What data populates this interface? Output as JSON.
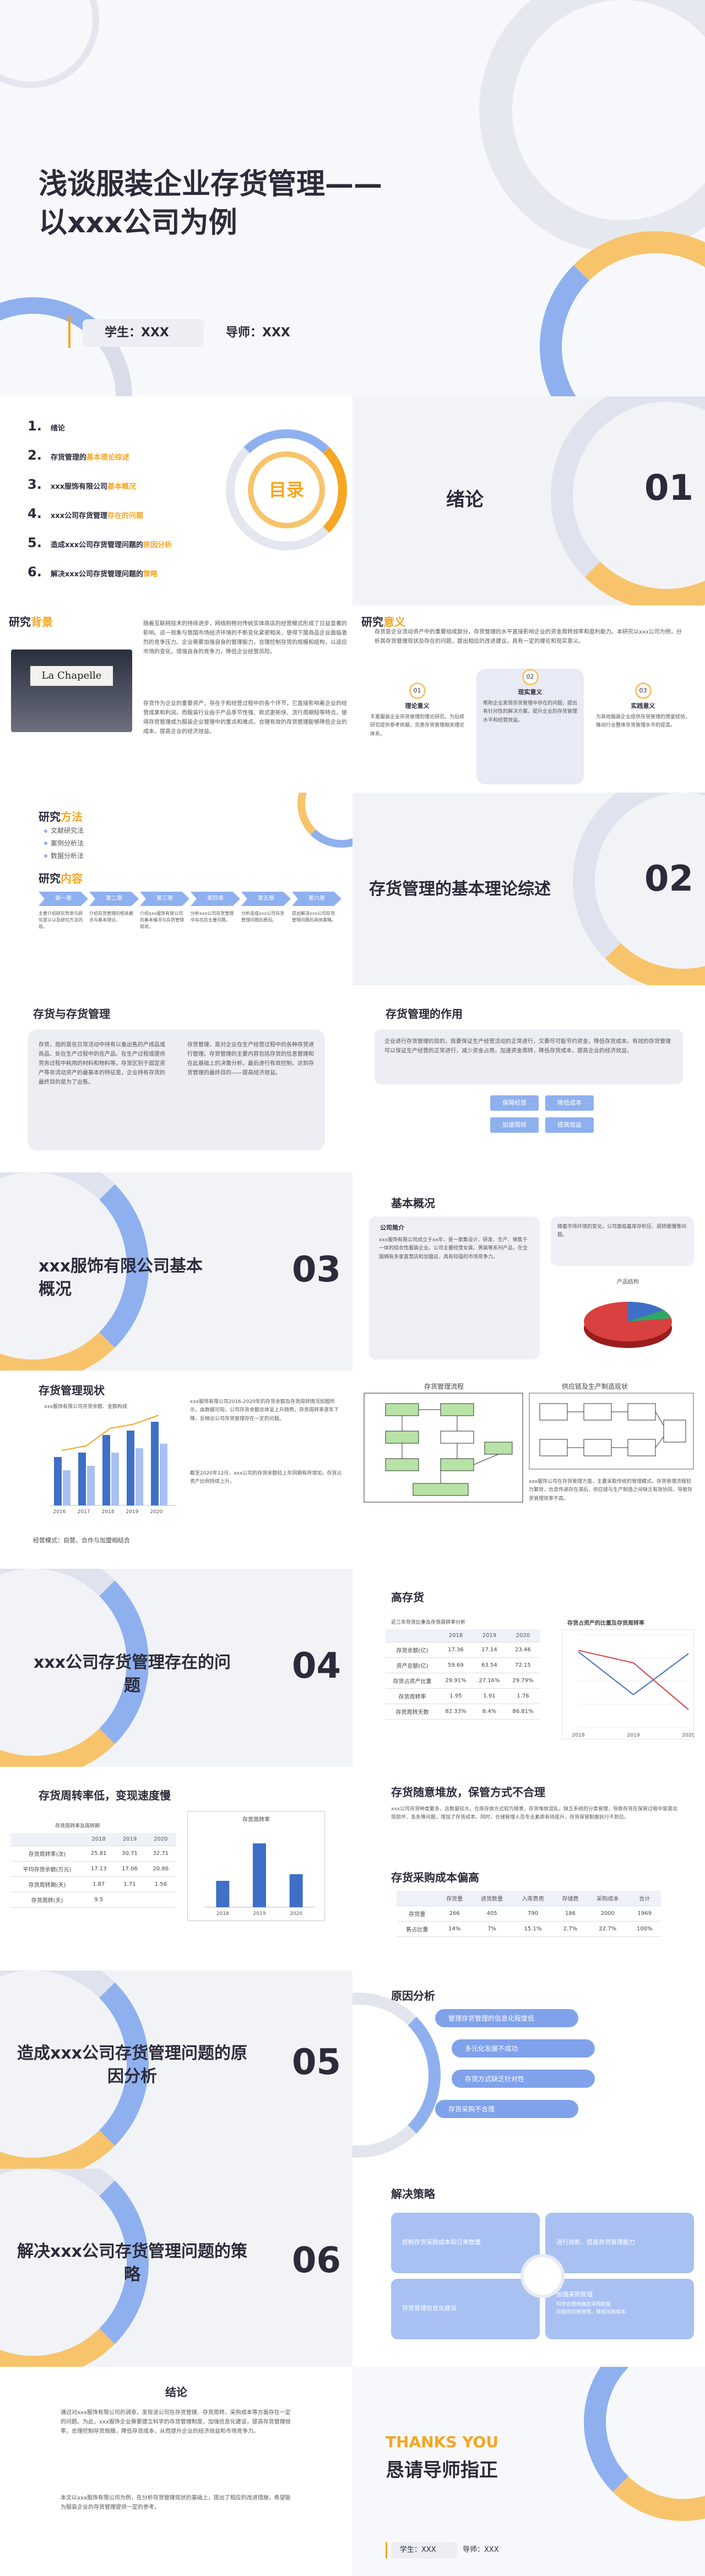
{
  "cover": {
    "title_line1": "浅谈服装企业存货管理——",
    "title_line2": "以xxx公司为例",
    "student": "学生：XXX",
    "advisor": "导师：XXX"
  },
  "toc": {
    "title": "目录",
    "items": [
      {
        "num": "1.",
        "pre": "绪论",
        "acc": ""
      },
      {
        "num": "2.",
        "pre": "存货管理的",
        "acc": "基本理论综述"
      },
      {
        "num": "3.",
        "pre": "xxx服饰有限公司",
        "acc": "基本概况"
      },
      {
        "num": "4.",
        "pre": "xxx公司存货管理",
        "acc": "存在的问题"
      },
      {
        "num": "5.",
        "pre": "造成xxx公司存货管理问题的",
        "acc": "原因分析"
      },
      {
        "num": "6.",
        "pre": "解决xxx公司存货管理问题的",
        "acc": "策略"
      }
    ]
  },
  "sec1": {
    "title": "绪论",
    "num": "01"
  },
  "bg": {
    "title_pre": "研究",
    "title_acc": "背景",
    "store_sign": "La Chapelle",
    "p1": "随着互联网技术的持续进步，网络购物对传统实体商店的经营模式形成了日益显著的影响。这一现象与我国市场经济环境的不断变化紧密相关，使得下属商品企业面临激烈的竞争压力。企业需要加强自身的管理能力，合理控制存货的规模和结构，以适应市场的变化，增强自身的竞争力，降低企业经营风险。",
    "p2": "存货作为企业的重要资产，存在于和经营过程中的各个环节，它直接影响着企业的经营成果和利润。而服装行业由于产品季节性强、款式更新快、流行周期短等特点，使得存货管理成为服装企业管理中的重点和难点。合理有效的存货管理能够降低企业的成本，提高企业的经济效益。"
  },
  "sig": {
    "title_pre": "研究",
    "title_acc": "意义",
    "intro": "存货是企业流动资产中的重要组成部分，存货管理的水平直接影响企业的资金周转效率和盈利能力。本研究以xxx公司为例，分析其存货管理现状及存在的问题，提出相应的改进建议，具有一定的理论和现实意义。",
    "cards": [
      {
        "num": "01",
        "title": "理论意义",
        "text": "丰富服装企业存货管理的理论研究，为后续研究提供参考依据，完善存货管理相关理论体系。"
      },
      {
        "num": "02",
        "title": "现实意义",
        "text": "帮助企业发现存货管理中存在的问题，提出有针对性的解决方案，提升企业的存货管理水平和经营效益。"
      },
      {
        "num": "03",
        "title": "实践意义",
        "text": "为其他服装企业提供存货管理的借鉴经验，推动行业整体存货管理水平的提高。"
      }
    ]
  },
  "method": {
    "title_pre": "研究",
    "title_acc": "方法",
    "items": [
      "文献研究法",
      "案例分析法",
      "数据分析法"
    ],
    "content_pre": "研究",
    "content_acc": "内容",
    "steps": [
      "第一章",
      "第二章",
      "第三章",
      "第四章",
      "第五章",
      "第六章"
    ],
    "step_texts": [
      "主要介绍研究背景与研究意义以及研究方法内容。",
      "介绍存货管理的相关概念与基本理论。",
      "介绍xxx服饰有限公司的基本情况与存货管理现状。",
      "分析xxx公司存货管理中存在的主要问题。",
      "分析造成xxx公司存货管理问题的原因。",
      "提出解决xxx公司存货管理问题的具体策略。"
    ]
  },
  "sec2": {
    "title": "存货管理的基本理论综述",
    "num": "02"
  },
  "inv": {
    "title": "存货与存货管理",
    "c1": "存货，指的是在日常活动中持有以备出售的产成品或商品、处在生产过程中的在产品、在生产过程或提供劳务过程中耗用的材料和物料等。存货区别于固定资产等非流动资产的最基本的特征是，企业持有存货的最终目的是为了出售。",
    "c2": "存货管理，是对企业在生产经营过程中的各种存货进行管理。存货管理的主要内容包括存货的信息管理和在此基础上的决策分析，最后进行有效控制，达到存货管理的最终目的——提高经济效益。"
  },
  "role": {
    "title": "存货管理的作用",
    "text": "企业进行存货管理的目的，既要保证生产经营活动的正常进行，又要尽可能节约资金，降低存货成本。有效的存货管理可以保证生产经营的正常进行，减少资金占用，加速资金周转，降低存货成本，提高企业的经济效益。",
    "tags": [
      "保障经营",
      "降低成本",
      "加速周转",
      "提高效益"
    ]
  },
  "sec3": {
    "title": "xxx服饰有限公司基本概况",
    "num": "03"
  },
  "overview": {
    "title": "基本概况",
    "sub": "公司简介",
    "text1": "xxx服饰有限公司成立于xx年，是一家集设计、研发、生产、销售于一体的综合性服装企业。公司主要经营女装、男装等系列产品，在全国拥有多家直营店和加盟店，具有较强的市场竞争力。",
    "text2": "随着市场环境的变化，公司面临着库存积压、周转缓慢等问题。",
    "pie_title": "产品结构"
  },
  "status": {
    "title": "存货管理现状",
    "chart_caption": "xxx服饰有限公司存货余额、金额构成",
    "text": "xxx服饰有限公司2016-2020年的存货余额及存货周转情况如图所示。由数据可知，公司存货余额总体呈上升趋势，存货周转率逐年下降，反映出公司存货管理存在一定的问题。",
    "text2": "截至2020年12月，xxx公司的存货余额较上年同期有所增加，存货占资产比例持续上升。",
    "foot": "经营模式：自营、合作与加盟相结合"
  },
  "flow": {
    "title": "存货管理流程",
    "title2": "供应链及生产制造现状",
    "text": "xxx服饰公司在存货管理方面，主要采取传统的管理模式，存货管理流程较为繁琐，信息传递存在滞后，供应链与生产制造之间缺乏有效协同，导致存货管理效率不高。"
  },
  "sec4": {
    "title": "xxx公司存货管理存在的问题",
    "num": "04"
  },
  "high": {
    "title": "高存货",
    "table_title": "近三年存货比重及存货周转率分析",
    "headers": [
      "",
      "2018",
      "2019",
      "2020"
    ],
    "rows": [
      [
        "存货余额(亿)",
        "17.36",
        "17.14",
        "23.46"
      ],
      [
        "资产总额(亿)",
        "59.69",
        "63.54",
        "72.15"
      ],
      [
        "存货占资产比重",
        "29.91%",
        "27.16%",
        "29.79%"
      ],
      [
        "存货周转率",
        "1.95",
        "1.91",
        "1.76"
      ],
      [
        "存货周转天数",
        "82.33%",
        "8.4%",
        "86.81%"
      ]
    ],
    "chart_title": "存货占资产的比重及存货周转率"
  },
  "turn": {
    "title": "存货周转率低，变现速度慢",
    "table_title": "存货周转率及周转期",
    "headers": [
      "",
      "2018",
      "2019",
      "2020"
    ],
    "rows": [
      [
        "存货周转率(次)",
        "25.81",
        "30.71",
        "32.71"
      ],
      [
        "平均存货余额(万元)",
        "17.13",
        "17.06",
        "20.86"
      ],
      [
        "存货周转期(天)",
        "1.87",
        "1.71",
        "1.56"
      ],
      [
        "存货周转(天)",
        "9.5",
        "",
        ""
      ]
    ],
    "bar_title": "存货周转率",
    "bar_categories": [
      "2018",
      "2019",
      "2020"
    ],
    "bar_values": [
      1.2,
      2.9,
      1.5
    ]
  },
  "mis": {
    "title": "存货随意堆放，保管方式不合理",
    "text": "xxx公司存货种类繁多，且数量较大，仓库存放方式较为随意，存货堆放混乱，缺乏系统的分类管理，导致存货在保管过程中容易出现损坏、丢失等问题，增加了存货成本。同时，仓储管理人员专业素质有待提升，存货保管制度执行不到位。",
    "title2": "存货采购成本偏高",
    "headers": [
      "",
      "存货量",
      "进货数量",
      "入库费用",
      "存储费",
      "采购成本",
      "合计"
    ],
    "rows": [
      [
        "存货量",
        "266",
        "405",
        "790",
        "186",
        "2000",
        "1969"
      ],
      [
        "售占比重",
        "14%",
        "7%",
        "15.1%",
        "2.7%",
        "22.7%",
        "100%"
      ]
    ]
  },
  "sec5": {
    "title": "造成xxx公司存货管理问题的原因分析",
    "num": "05"
  },
  "reasons": {
    "title": "原因分析",
    "items": [
      "管理存货管理的信息化程度低",
      "多元化发展不成功",
      "存货方式缺乏针对性",
      "存货采购不合理"
    ]
  },
  "sec6": {
    "title": "解决xxx公司存货管理问题的策略",
    "num": "06"
  },
  "strategy": {
    "title": "解决策略",
    "items": [
      "控制存货采购成本和订单数量",
      "进行创新，提高存货管理能力",
      "存货管理信息化建设",
      "加强采购管理"
    ],
    "bullets": [
      "科学合理地确定采购数量",
      "加强供应商管理，降低采购成本"
    ]
  },
  "concl": {
    "title": "结论",
    "p1": "通过对xxx服饰有限公司的调查，发现该公司在存货管理、存货周转、采购成本等方面存在一定的问题。为此，xxx服饰企业需要建立科学的存货管理制度，加强信息化建设，提高存货管理效率，合理控制存货规模，降低存货成本，从而提升企业的经济效益和市场竞争力。",
    "p2": "本文以xxx服饰有限公司为例，在分析存货管理现状的基础上，提出了相应的改进措施，希望能为服装企业的存货管理提供一定的参考。"
  },
  "thanks": {
    "title": "THANKS YOU",
    "sub": "恳请导师指正",
    "student": "学生：XXX",
    "advisor": "导师：XXX"
  },
  "chart_data": [
    {
      "type": "bar",
      "title": "xxx服饰有限公司存货余额、金额构成",
      "categories": [
        "2016",
        "2017",
        "2018",
        "2019",
        "2020"
      ],
      "series": [
        {
          "name": "",
          "values": [
            55,
            60,
            80,
            85,
            95
          ]
        },
        {
          "name": "",
          "values": [
            40,
            45,
            60,
            65,
            70
          ]
        }
      ]
    },
    {
      "type": "line",
      "title": "存货占资产的比重及存货周转率",
      "categories": [
        "2018",
        "2019",
        "2020"
      ],
      "series": [
        {
          "name": "",
          "values": [
            29.91,
            27.16,
            29.79
          ]
        },
        {
          "name": "",
          "values": [
            1.95,
            1.91,
            1.76
          ]
        }
      ]
    },
    {
      "type": "bar",
      "title": "存货周转率",
      "categories": [
        "2018",
        "2019",
        "2020"
      ],
      "values": [
        1.2,
        2.9,
        1.5
      ]
    }
  ],
  "colors": {
    "accent": "#f5a623",
    "blue": "#7fa2ea",
    "dark": "#2b2b3a"
  }
}
